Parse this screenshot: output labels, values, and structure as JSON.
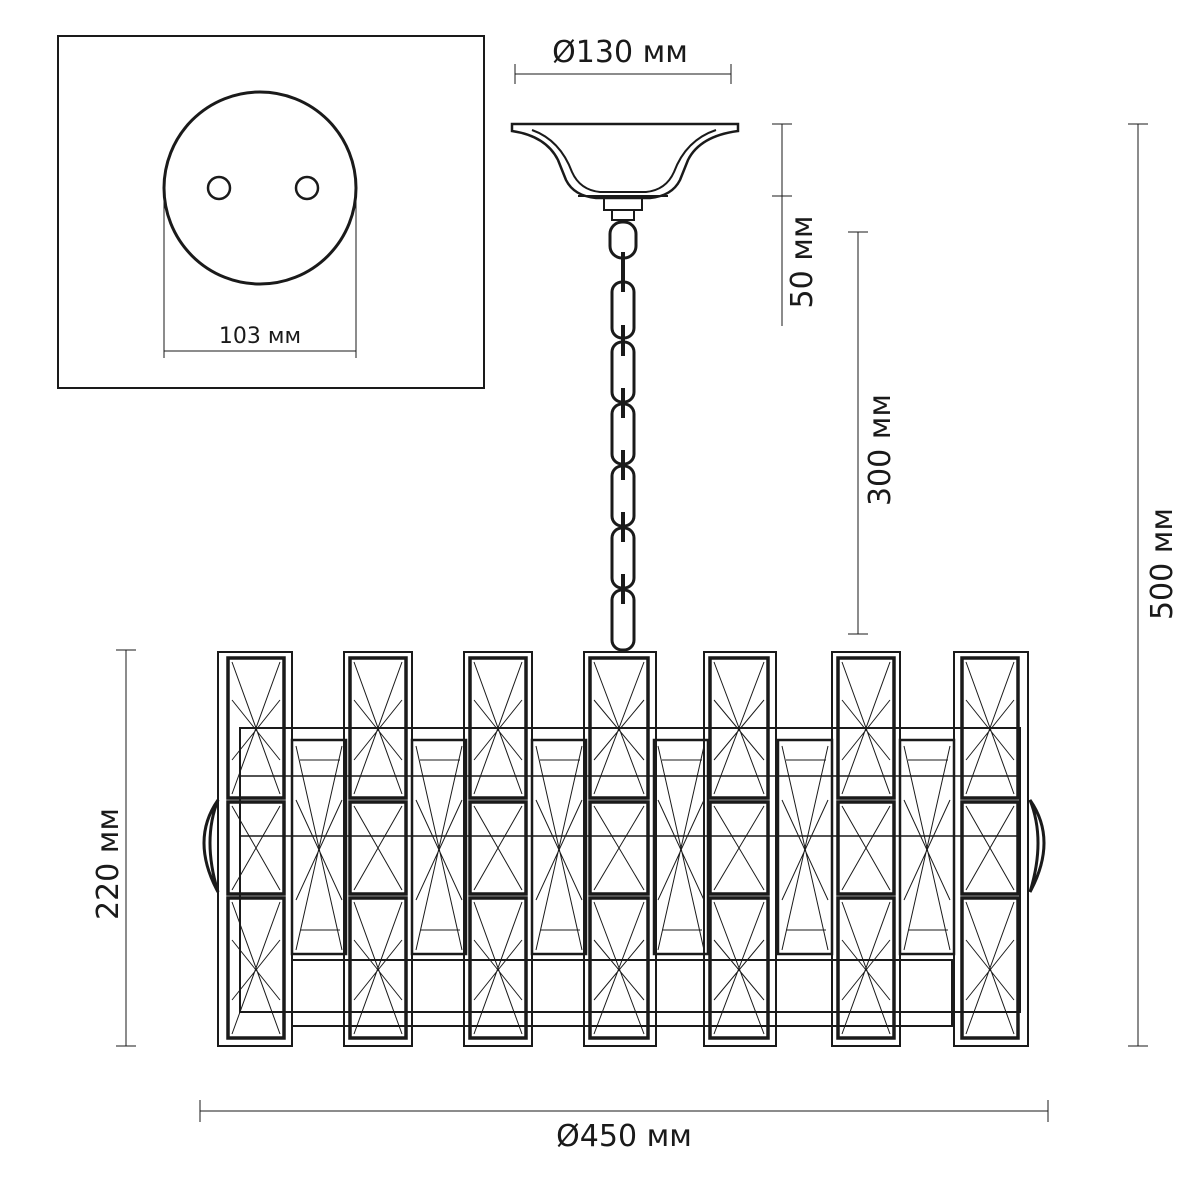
{
  "dimensions": {
    "mount_hole_spacing": "103 мм",
    "canopy_diameter": "Ø130 мм",
    "canopy_height": "50 мм",
    "chain_length": "300 мм",
    "total_height": "500 мм",
    "shade_height": "220 мм",
    "shade_diameter": "Ø450 мм"
  },
  "icons": {
    "mounting_plate": "mounting-plate-icon",
    "canopy": "canopy-icon",
    "chain": "chain-icon",
    "crystal_panel": "crystal-panel-icon"
  },
  "colors": {
    "line": "#1a1a1a",
    "background": "#ffffff"
  }
}
